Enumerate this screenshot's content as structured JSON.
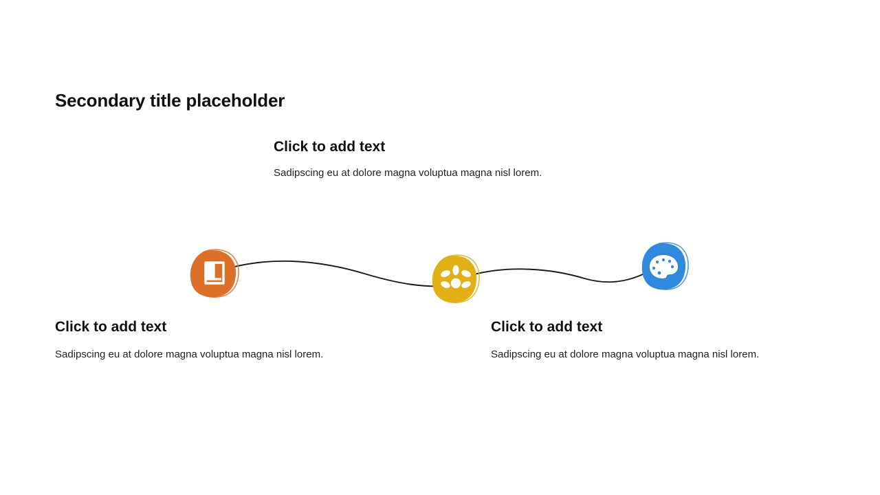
{
  "slide": {
    "title": "Secondary title placeholder",
    "background_color": "#ffffff"
  },
  "text_blocks": [
    {
      "id": "top",
      "heading": "Click to add text",
      "body": "Sadipscing eu at dolore magna voluptua magna nisl lorem."
    },
    {
      "id": "left",
      "heading": "Click to add text",
      "body": "Sadipscing eu at dolore magna voluptua magna nisl lorem."
    },
    {
      "id": "right",
      "heading": "Click to add text",
      "body": "Sadipscing eu at dolore magna voluptua magna nisl lorem."
    }
  ],
  "graphic": {
    "connector_color": "#1a1a1a",
    "nodes": [
      {
        "id": "node-1",
        "icon": "book-icon",
        "color": "#dd7028",
        "glyph_color": "#ffffff"
      },
      {
        "id": "node-2",
        "icon": "flower-asterisk-icon",
        "color": "#e0b015",
        "glyph_color": "#ffffff"
      },
      {
        "id": "node-3",
        "icon": "palette-icon",
        "color": "#3089dc",
        "glyph_color": "#ffffff"
      }
    ]
  }
}
